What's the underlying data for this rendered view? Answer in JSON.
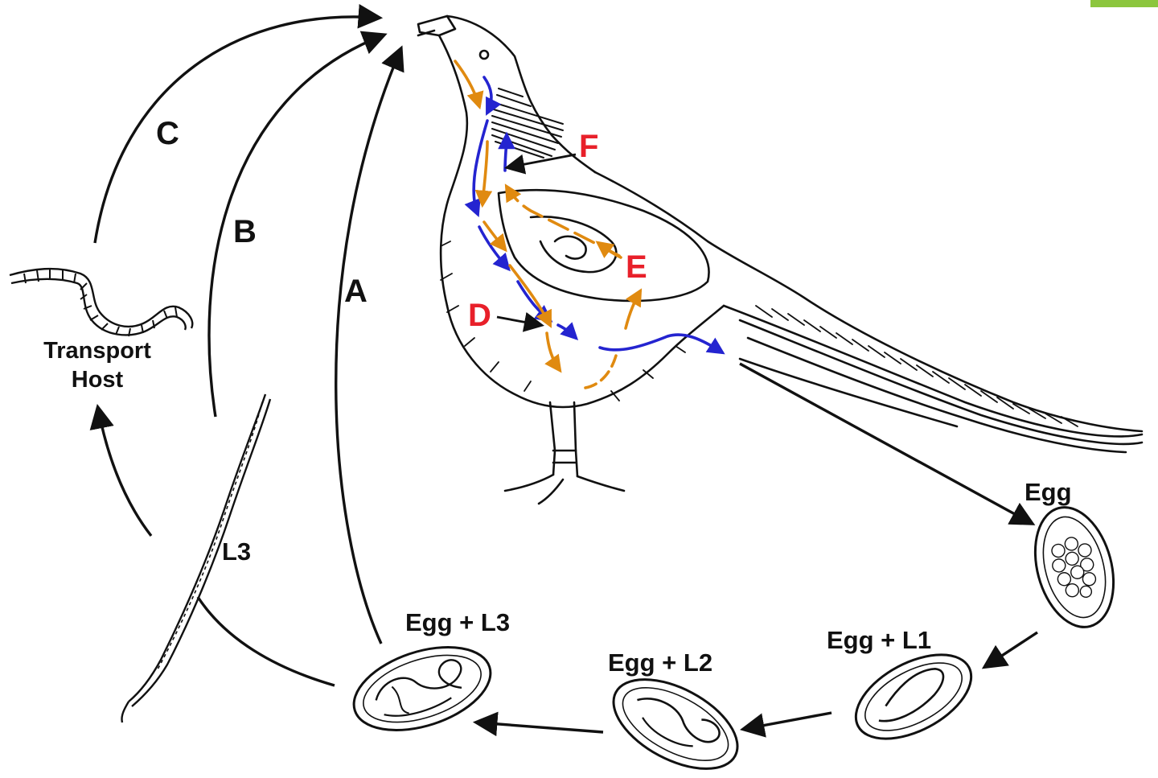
{
  "colors": {
    "ink": "#111111",
    "site_label": "#e8202a",
    "path_blue": "#2424d0",
    "path_orange": "#e08a10",
    "accent": "#8cc63e"
  },
  "routes": {
    "a": "A",
    "b": "B",
    "c": "C"
  },
  "sites": {
    "d": "D",
    "e": "E",
    "f": "F"
  },
  "transport_host": {
    "line1": "Transport",
    "line2": "Host"
  },
  "stages": {
    "egg": "Egg",
    "egg_l1": "Egg + L1",
    "egg_l2": "Egg + L2",
    "egg_l3": "Egg + L3",
    "l3": "L3"
  }
}
